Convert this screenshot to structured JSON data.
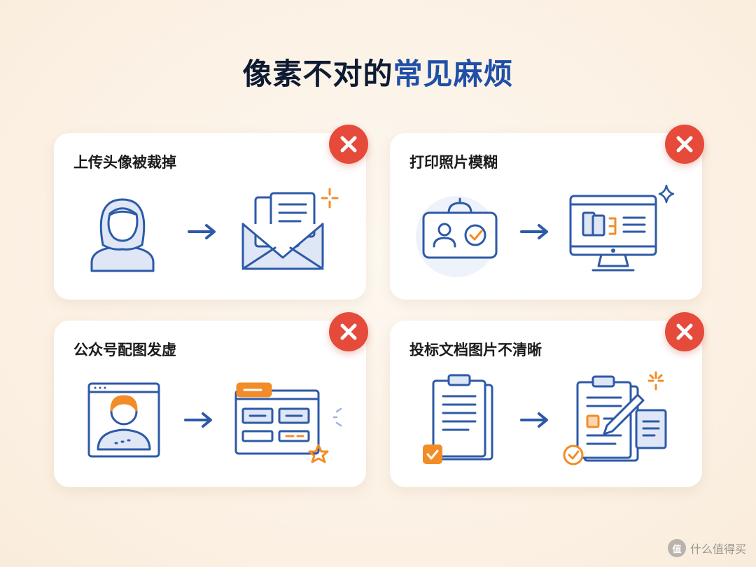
{
  "title": {
    "part1": "像素不对的",
    "part2": "常见麻烦"
  },
  "cards": [
    {
      "label": "上传头像被裁掉",
      "status_icon": "error-x-icon",
      "illustration": [
        "user-avatar-icon",
        "arrow-right-icon",
        "envelope-icon"
      ]
    },
    {
      "label": "打印照片模糊",
      "status_icon": "error-x-icon",
      "illustration": [
        "id-card-icon",
        "arrow-right-icon",
        "monitor-icon"
      ]
    },
    {
      "label": "公众号配图发虚",
      "status_icon": "error-x-icon",
      "illustration": [
        "profile-window-icon",
        "arrow-right-icon",
        "web-layout-icon"
      ]
    },
    {
      "label": "投标文档图片不清晰",
      "status_icon": "error-x-icon",
      "illustration": [
        "clipboard-document-icon",
        "arrow-right-icon",
        "edit-document-icon"
      ]
    }
  ],
  "watermark": {
    "text": "什么值得买",
    "logo_glyph": "值"
  },
  "colors": {
    "background": "#fbf1e4",
    "title_dark": "#0f1b33",
    "title_accent": "#1f4fa8",
    "icon_blue": "#2d5aa8",
    "icon_fill": "#dfe6f5",
    "accent_orange": "#f28c28",
    "error_red": "#e64a3b"
  }
}
